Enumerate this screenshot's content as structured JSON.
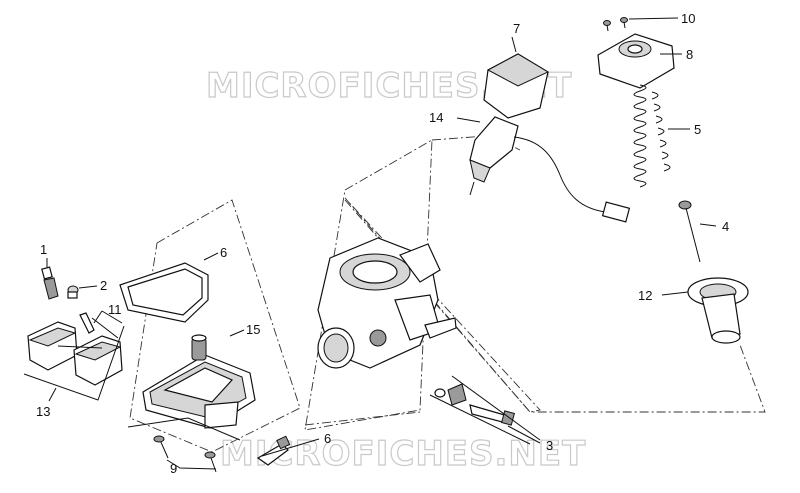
{
  "watermarks": [
    "MICROFICHES.NET",
    "MICROFICHES.NET"
  ],
  "callouts": [
    "1",
    "2",
    "3",
    "4",
    "5",
    "6",
    "6",
    "7",
    "8",
    "9",
    "10",
    "11",
    "12",
    "13",
    "14",
    "15"
  ]
}
